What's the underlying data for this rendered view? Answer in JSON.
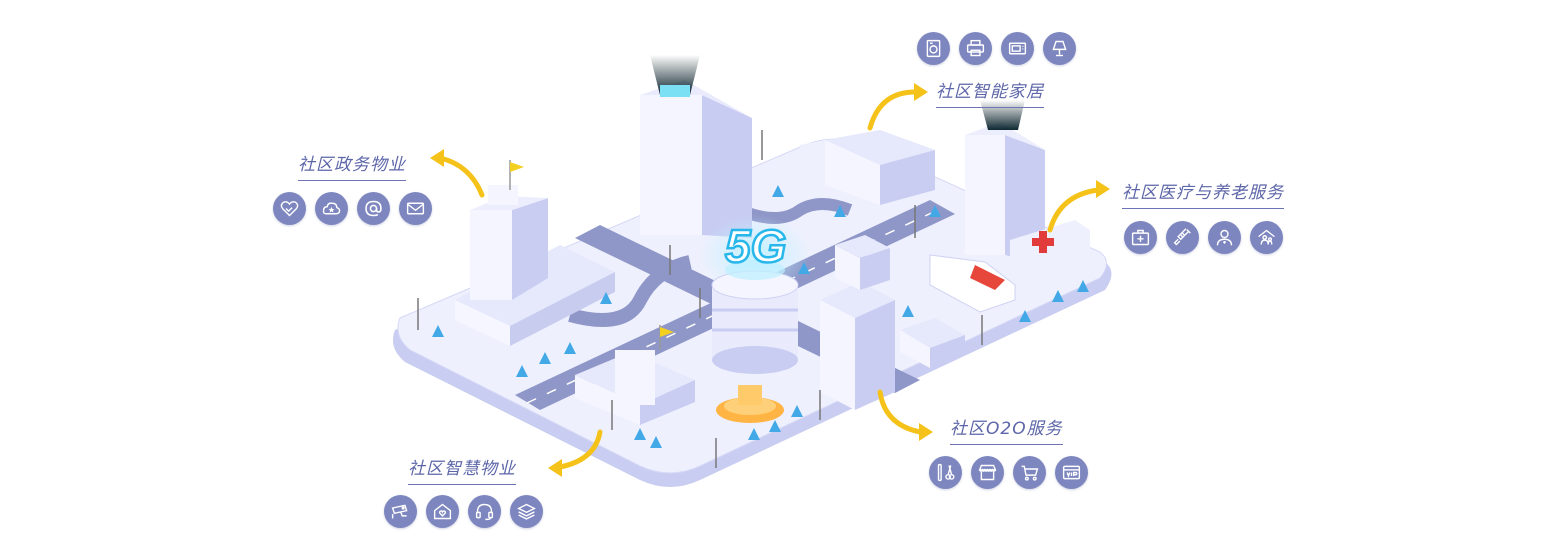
{
  "colors": {
    "label_text": "#5d66a8",
    "icon_circle": "#7d86bf",
    "arrow": "#f5c21a",
    "platform": "#eceefd",
    "road": "#8f97c8",
    "building": "#e3e6fb",
    "tree": "#43a8e6",
    "accent_5g": "#27b7ea"
  },
  "center": {
    "text": "5G"
  },
  "groups": [
    {
      "label": "社区政务物业",
      "icons": [
        "handshake-heart-icon",
        "cloud-star-icon",
        "at-sign-icon",
        "mail-icon"
      ]
    },
    {
      "label": "社区智能家居",
      "icons": [
        "washing-machine-icon",
        "printer-icon",
        "microwave-icon",
        "lamp-icon"
      ]
    },
    {
      "label": "社区医疗与养老服务",
      "icons": [
        "first-aid-kit-icon",
        "syringe-icon",
        "doctor-icon",
        "elderly-home-icon"
      ]
    },
    {
      "label": "社区智慧物业",
      "icons": [
        "security-camera-icon",
        "home-heart-icon",
        "headset-icon",
        "layers-icon"
      ]
    },
    {
      "label": "社区O2O服务",
      "icons": [
        "scissors-icon",
        "store-icon",
        "shopping-cart-icon",
        "vip-card-icon"
      ]
    }
  ]
}
